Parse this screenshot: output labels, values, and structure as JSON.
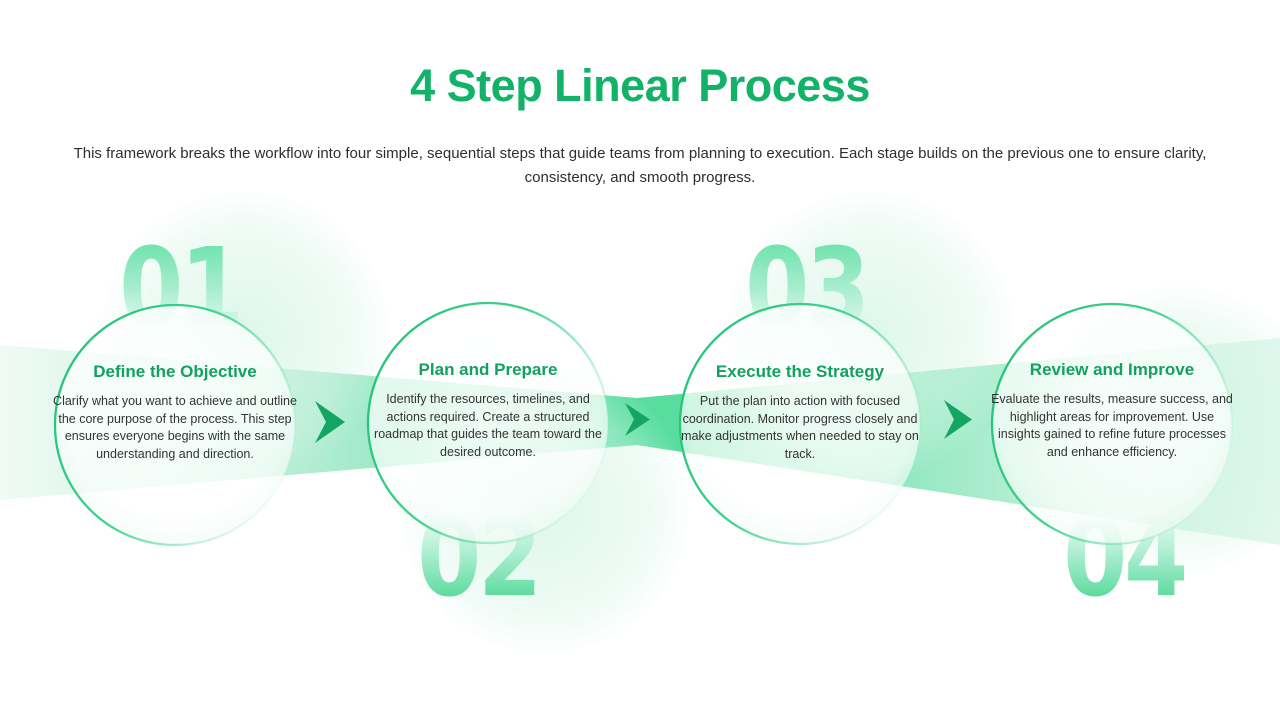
{
  "page": {
    "title": "4 Step Linear Process",
    "subtitle": "This framework breaks the workflow into four simple, sequential steps that guide teams from planning to execution. Each stage builds on the previous one to ensure clarity, consistency, and smooth progress."
  },
  "steps": [
    {
      "number": "01",
      "number_position": "top",
      "title": "Define the Objective",
      "description": "Clarify what you want to achieve and outline the core purpose of the process. This step ensures everyone begins with the same understanding and direction."
    },
    {
      "number": "02",
      "number_position": "bottom",
      "title": "Plan and Prepare",
      "description": "Identify the resources, timelines, and actions required. Create a structured roadmap that guides the team toward the desired outcome."
    },
    {
      "number": "03",
      "number_position": "top",
      "title": "Execute the Strategy",
      "description": "Put the plan into action with focused coordination. Monitor progress closely and make adjustments when needed to stay on track."
    },
    {
      "number": "04",
      "number_position": "bottom",
      "title": "Review and Improve",
      "description": "Evaluate the results, measure success, and highlight areas for improvement. Use insights gained to refine future processes and enhance efficiency."
    }
  ],
  "connectors": [
    {
      "icon": "chevron-right-icon"
    },
    {
      "icon": "chevron-right-icon"
    },
    {
      "icon": "chevron-right-icon"
    }
  ],
  "colors": {
    "title_green": "#12b268",
    "step_title_green": "#12a15e",
    "ribbon_strong": "#58dd9f",
    "ribbon_light": "#e9f9f1",
    "arrow_green": "#15a562",
    "number_mint": "#6fe3ac",
    "circle_stroke": "#1ec175",
    "body_text": "#333333",
    "background": "#ffffff"
  }
}
